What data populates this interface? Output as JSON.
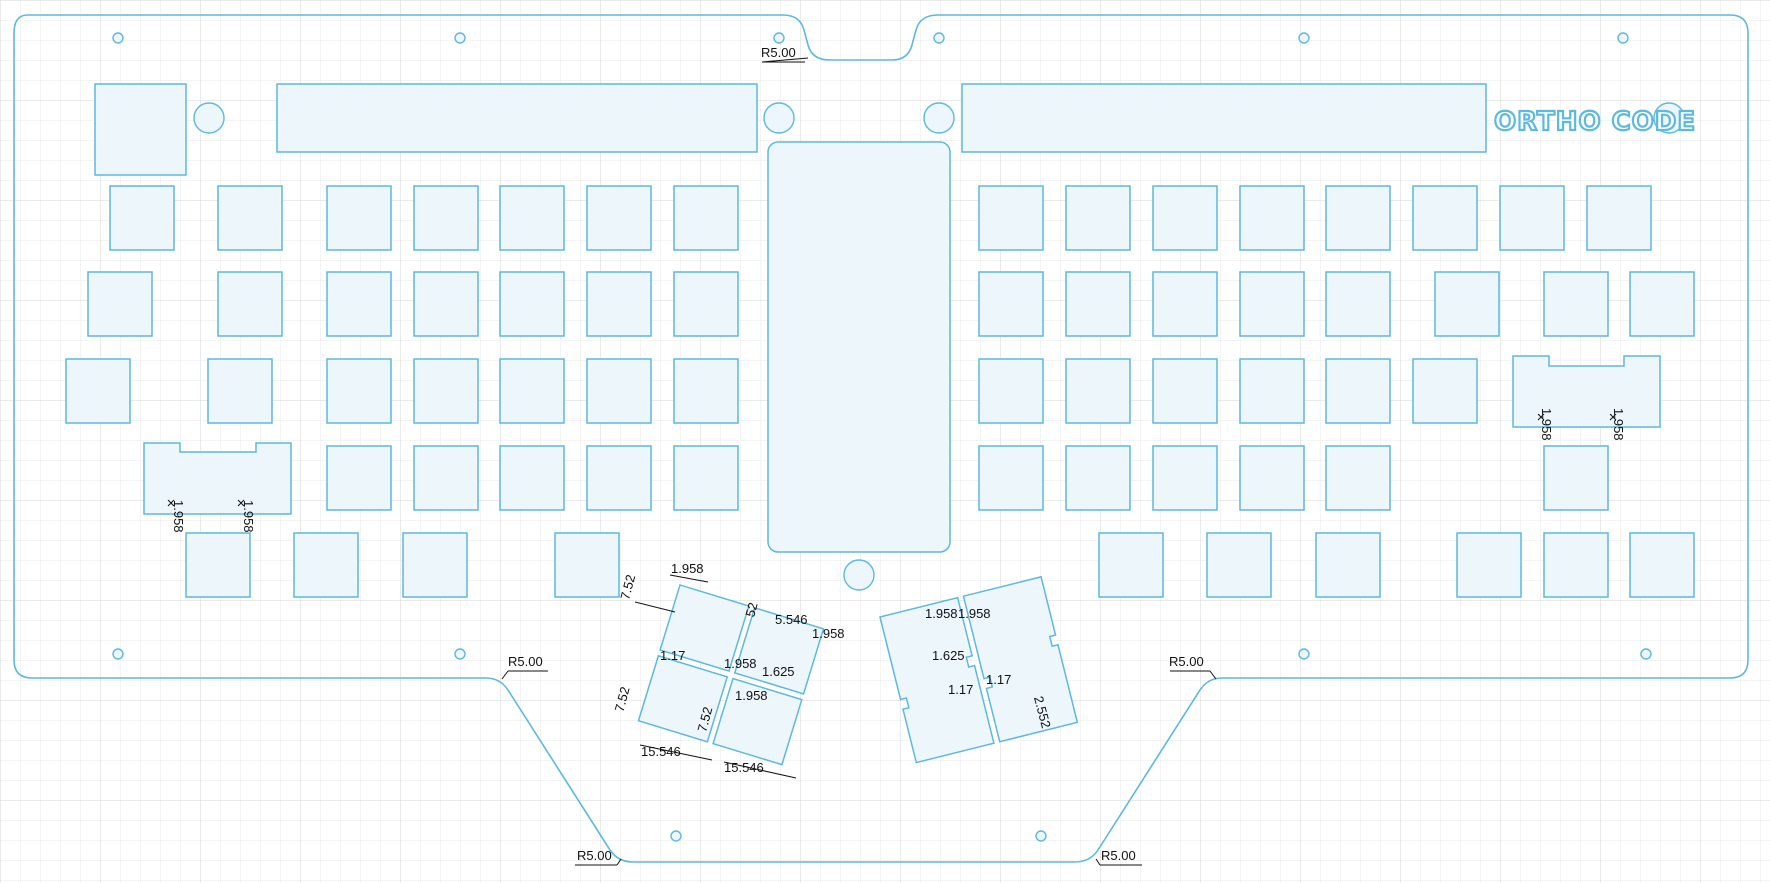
{
  "radius_label": "R5.00",
  "logo_text": "ORTHO CODE",
  "dims": {
    "d1958": "1.958",
    "d752": "7.52",
    "d15546": "15.546",
    "d117": "1.17",
    "d1625": "1.625",
    "d5546": "5.546",
    "d52": "52",
    "d2552": "2.552"
  },
  "colors": {
    "outline": "#5cb9e0",
    "fill": "#ecf6fb",
    "grid_minor": "#e9e9e9",
    "grid_major": "#d6d6d6"
  }
}
